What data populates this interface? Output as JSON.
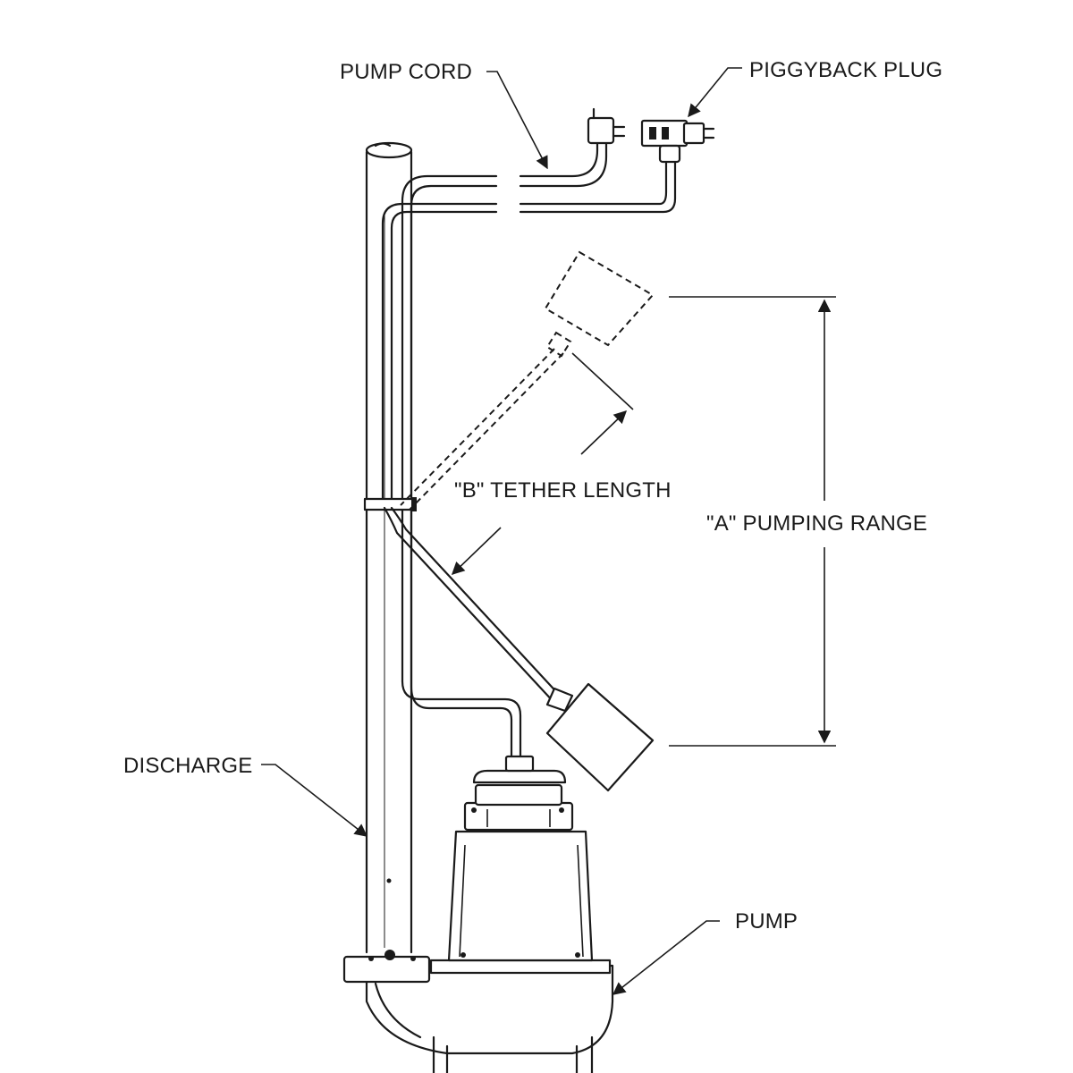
{
  "labels": {
    "pump_cord": "PUMP CORD",
    "piggyback_plug": "PIGGYBACK PLUG",
    "tether_length": "\"B\" TETHER LENGTH",
    "pumping_range": "\"A\" PUMPING RANGE",
    "discharge": "DISCHARGE",
    "pump": "PUMP"
  },
  "colors": {
    "line": "#1a1a1a",
    "background": "#ffffff"
  }
}
